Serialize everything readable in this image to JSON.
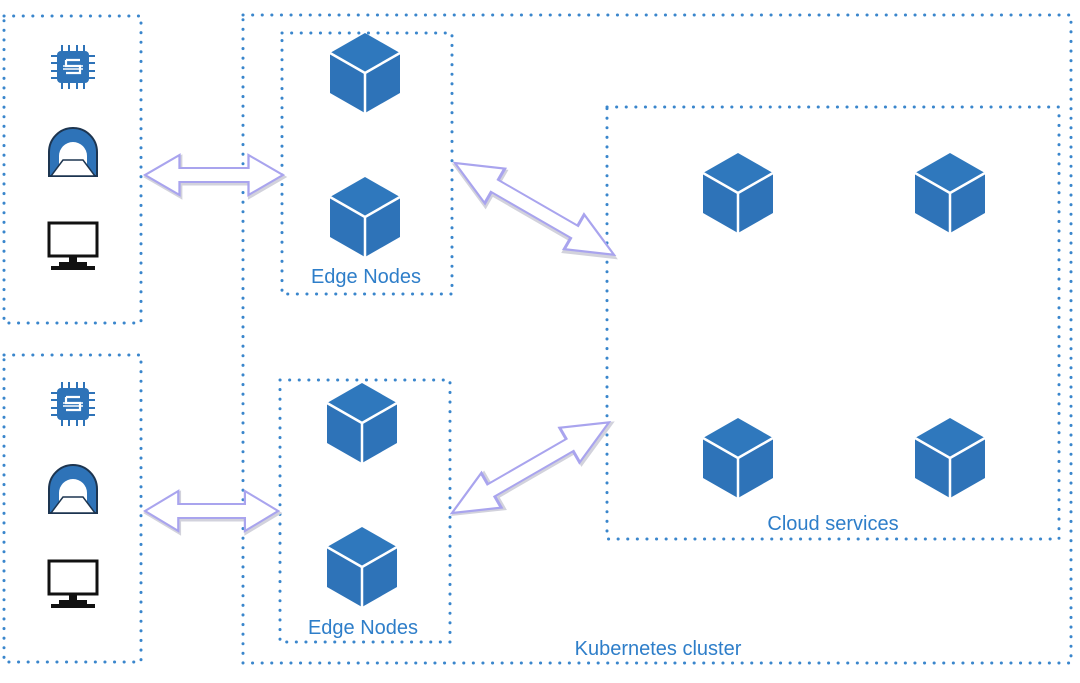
{
  "labels": {
    "edge_nodes_top": "Edge Nodes",
    "edge_nodes_bottom": "Edge Nodes",
    "cloud_services": "Cloud services",
    "kubernetes_cluster": "Kubernetes cluster"
  },
  "colors": {
    "border": "#3a86cc",
    "cube_front": "#2e73b8",
    "cube_top": "#2f78bd",
    "cube_edge": "#ffffff",
    "label": "#2e7ec9",
    "arrow_stroke": "#a9a4ee",
    "arrow_shadow": "#d2d2dc"
  },
  "device_groups": [
    {
      "devices": [
        "chip-icon",
        "tunnel-icon",
        "monitor-icon"
      ]
    },
    {
      "devices": [
        "chip-icon",
        "tunnel-icon",
        "monitor-icon"
      ]
    }
  ]
}
